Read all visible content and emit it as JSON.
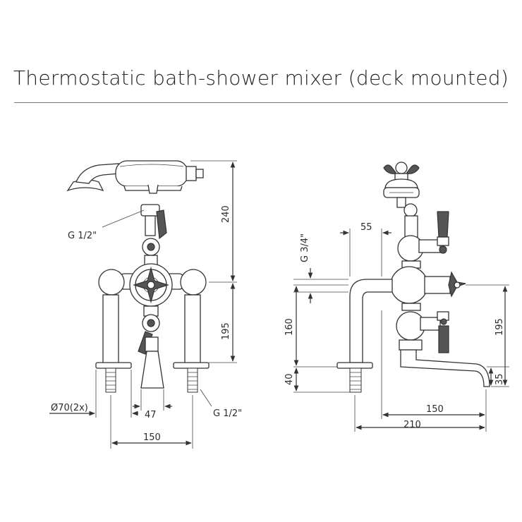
{
  "title": "Thermostatic bath-shower mixer (deck mounted)",
  "front_view": {
    "dim_height_top": "240",
    "dim_height_lower": "195",
    "dim_width": "150",
    "dim_spout": "47",
    "dim_foot_diameter": "Ø70(2x)",
    "connection_top": "G 1/2\"",
    "connection_bottom": "G 1/2\""
  },
  "side_view": {
    "dim_offset": "55",
    "dim_outlet": "G 3/4\"",
    "dim_height_160": "160",
    "dim_height_40": "40",
    "dim_height_195": "195",
    "dim_height_35": "35",
    "dim_reach_150": "150",
    "dim_reach_210": "210"
  }
}
